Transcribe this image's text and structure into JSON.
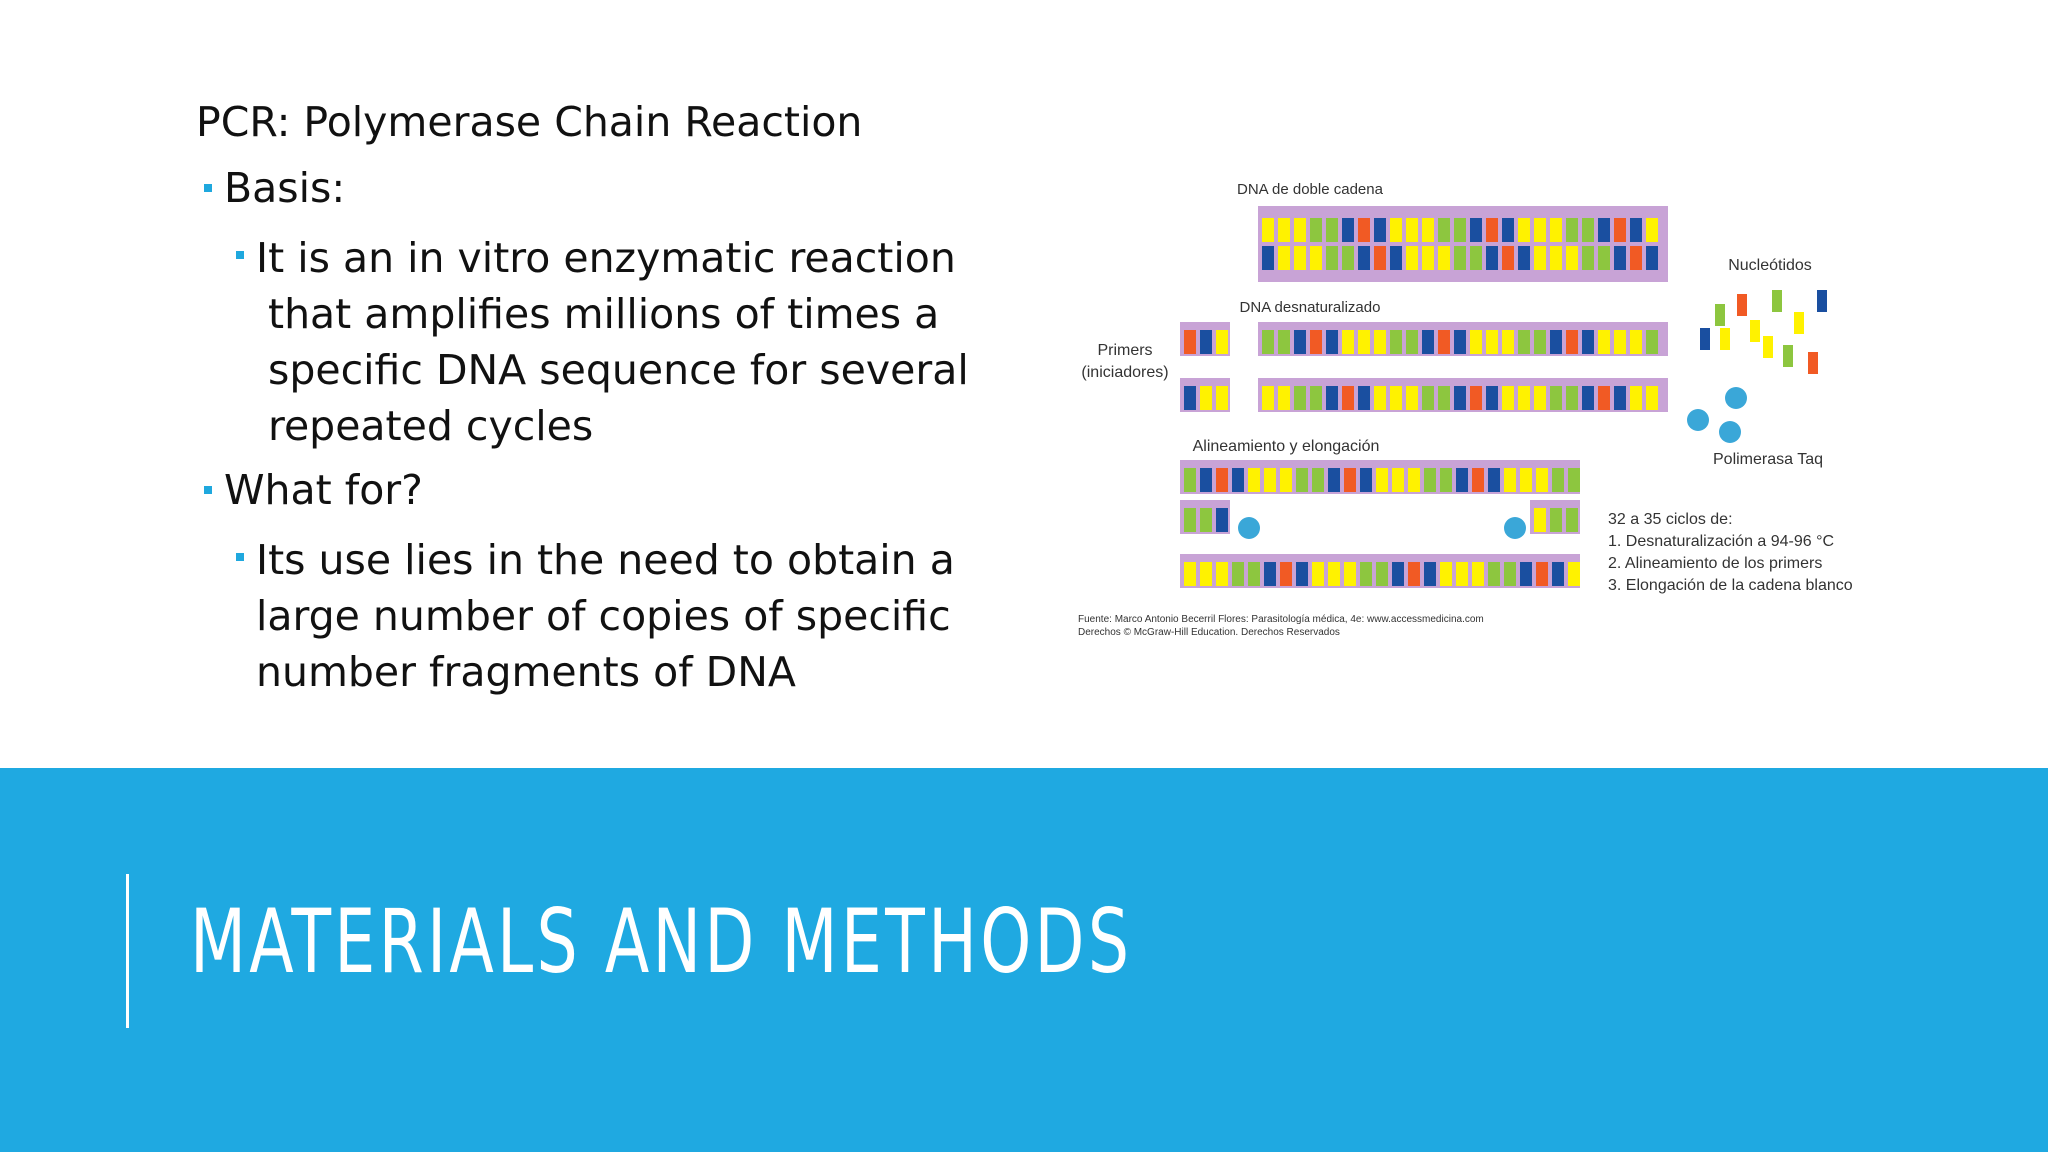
{
  "slide": {
    "heading": "PCR: Polymerase Chain Reaction",
    "bullets": [
      {
        "label": "Basis:",
        "sub": "It is an in vitro enzymatic reaction that amplifies millions of times a specific DNA sequence for several repeated cycles"
      },
      {
        "label": "What for?",
        "sub": "Its use lies in the need to obtain a large number of copies of specific number fragments of DNA"
      }
    ],
    "section_title": "MATERIALS AND METHODS"
  },
  "figure": {
    "label_double_strand": "DNA de doble cadena",
    "label_denatured": "DNA desnaturalizado",
    "label_nucleotides": "Nucleótidos",
    "label_primers": "Primers",
    "label_primers_sub": "(iniciadores)",
    "label_polymerase": "Polimerasa Taq",
    "label_annealing": "Alineamiento y elongación",
    "cycles": [
      "32 a 35 ciclos de:",
      "1. Desnaturalización a 94-96 °C",
      "2. Alineamiento de los primers",
      "3. Elongación de la cadena blanco"
    ],
    "source_line1": "Fuente: Marco Antonio Becerril Flores: Parasitología médica, 4e: www.accessmedicina.com",
    "source_line2": "Derechos © McGraw-Hill Education. Derechos Reservados"
  },
  "colors": {
    "accent": "#1fa9e1",
    "bullet_square": "#1fa8de",
    "strand": "#c8a3d6",
    "base_blue": "#1a4fa0",
    "base_orange": "#f15a24",
    "base_yellow": "#fff200",
    "base_green": "#8dc63f",
    "polymerase": "#3aa7d8"
  }
}
